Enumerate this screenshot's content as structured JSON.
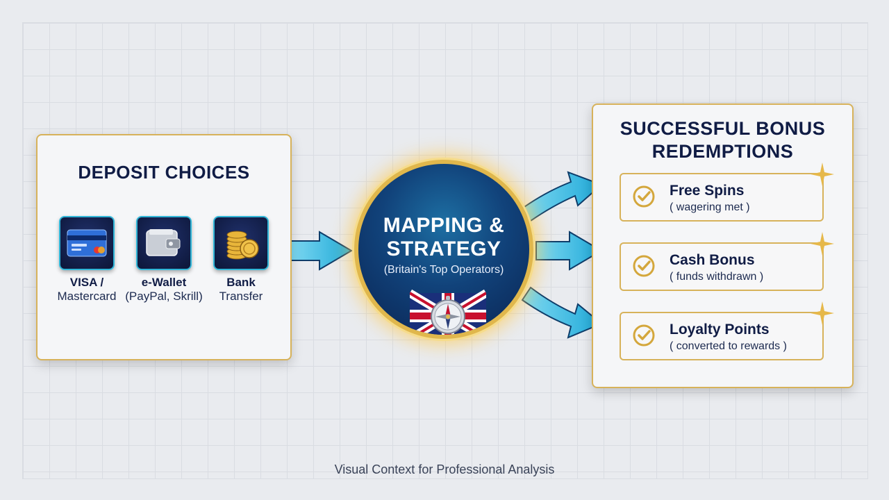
{
  "deposit": {
    "title": "DEPOSIT CHOICES",
    "methods": [
      {
        "icon": "credit-card-icon",
        "line1": "VISA /",
        "line2": "Mastercard"
      },
      {
        "icon": "wallet-icon",
        "line1": "e-Wallet",
        "line2": "(PayPal, Skrill)"
      },
      {
        "icon": "gold-coins-icon",
        "line1": "Bank",
        "line2": "Transfer"
      }
    ]
  },
  "hub": {
    "title_line1": "MAPPING &",
    "title_line2": "STRATEGY",
    "subtitle": "(Britain's Top Operators)",
    "icon": "compass-union-jack-icon"
  },
  "rewards": {
    "title_line1": "SUCCESSFUL BONUS",
    "title_line2": "REDEMPTIONS",
    "items": [
      {
        "title": "Free Spins",
        "note": "( wagering met )"
      },
      {
        "title": "Cash Bonus",
        "note": "( funds withdrawn )"
      },
      {
        "title": "Loyalty Points",
        "note": "( converted to rewards )"
      }
    ]
  },
  "footer": "Visual Context for Professional Analysis",
  "colors": {
    "navy": "#101c45",
    "gold": "#d7b25a",
    "arrow_cyan": "#38bde4",
    "hub_blue": "#11427a"
  }
}
